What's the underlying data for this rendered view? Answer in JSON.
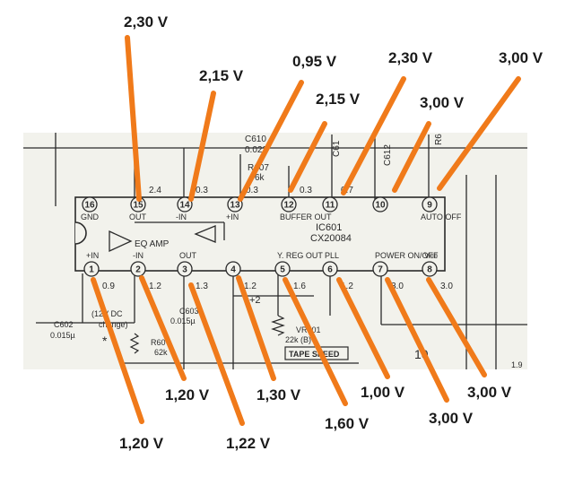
{
  "colors": {
    "annotation": "#F07A1A",
    "ink": "#2a2a2a",
    "paper": "#f2f2ec"
  },
  "ic": {
    "ref": "IC601",
    "part": "CX20084",
    "block_label": "EQ AMP"
  },
  "pins": [
    {
      "num": "1",
      "label": "+IN",
      "value": "0.9"
    },
    {
      "num": "2",
      "label": "-IN",
      "value": "1.2"
    },
    {
      "num": "3",
      "label": "OUT",
      "value": "1.3"
    },
    {
      "num": "4",
      "label": "",
      "value": "1.2"
    },
    {
      "num": "5",
      "label": "Y. REG OUT",
      "value": "1.6"
    },
    {
      "num": "6",
      "label": "PLL",
      "value": "1.2"
    },
    {
      "num": "7",
      "label": "POWER ON/OFF",
      "value": "3.0"
    },
    {
      "num": "8",
      "label": "Vcc",
      "value": "3.0"
    },
    {
      "num": "9",
      "label": "AUTO OFF",
      "value": ""
    },
    {
      "num": "10",
      "label": "",
      "value": ""
    },
    {
      "num": "11",
      "label": "",
      "value": "0.7"
    },
    {
      "num": "12",
      "label": "BUFFER OUT",
      "value": "0.3"
    },
    {
      "num": "13",
      "label": "+IN",
      "value": "0.3"
    },
    {
      "num": "14",
      "label": "-IN",
      "value": "0.3"
    },
    {
      "num": "15",
      "label": "OUT",
      "value": "2.4"
    },
    {
      "num": "16",
      "label": "GND",
      "value": ""
    }
  ],
  "components": {
    "c610": "C610",
    "c610_val": "0.022",
    "r607": "R607",
    "r607_val": "6k",
    "c61x": "C61",
    "c612": "C612",
    "r6x": "R6",
    "c602": "C602",
    "c602_val": "0.015µ",
    "c603": "C603",
    "c603_val": "0.015µ",
    "r60x": "R60",
    "r60x_val": "62k",
    "v601": "VR601",
    "v601_val": "22k (B)",
    "tape_speed": "TAPE SPEED",
    "dc_note": "(12V DC",
    "dc_note2": "change)",
    "marker_plus2": "+2",
    "marker_star": "*",
    "corner_label": "1.9",
    "faint_label": "10"
  },
  "annotations": {
    "top": [
      "2,30 V",
      "2,15 V",
      "0,95 V",
      "2,15 V",
      "2,30 V",
      "3,00 V",
      "3,00 V"
    ],
    "bottom": [
      "1,20 V",
      "1,20 V",
      "1,22 V",
      "1,30 V",
      "1,60 V",
      "1,00 V",
      "3,00 V",
      "3,00 V"
    ]
  }
}
